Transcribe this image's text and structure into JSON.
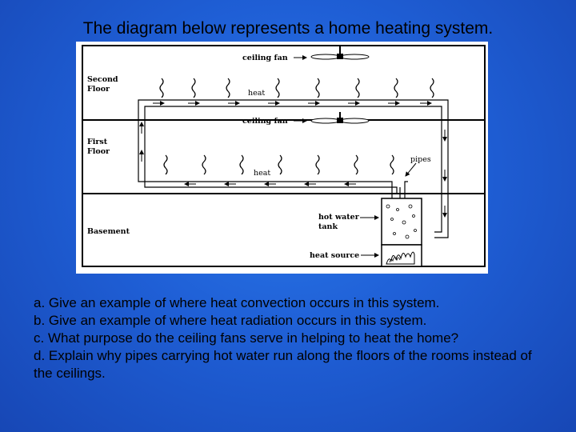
{
  "title": "The diagram below represents a home heating system.",
  "diagram": {
    "floors": {
      "second": [
        "Second",
        "Floor"
      ],
      "first": [
        "First",
        "Floor"
      ],
      "basement": "Basement"
    },
    "labels": {
      "ceiling_fan": "ceiling fan",
      "heat": "heat",
      "pipes": "pipes",
      "hot_water_tank": [
        "hot water",
        "tank"
      ],
      "heat_source": "heat source"
    }
  },
  "questions": [
    "a. Give an example of where heat convection occurs in this system.",
    "b. Give an example of where heat radiation occurs in this system.",
    "c. What purpose do the ceiling fans serve in helping to heat the home?",
    "d. Explain why pipes carrying hot water run along the floors of the rooms instead of the ceilings."
  ]
}
